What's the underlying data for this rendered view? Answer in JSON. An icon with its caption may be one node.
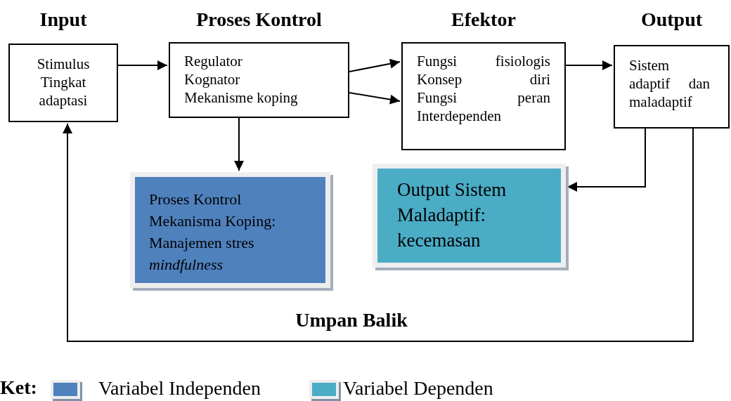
{
  "diagram": {
    "nodes": [
      {
        "text": [
          "Input",
          "Stimulus Tingkat adaptasi"
        ]
      },
      {
        "text": [
          "Proses Kontrol",
          "Regulator",
          "Kognator",
          "Mekanisme koping"
        ]
      },
      {
        "text": [
          "Efektor",
          "Fungsi fisiologis",
          "Konsep diri",
          "Fungsi peran",
          "Interdependen"
        ]
      },
      {
        "text": [
          "Output",
          "Sistem adaptif dan maladaptif"
        ]
      },
      {
        "text": [
          "Proses Kontrol Mekanisma Koping: Manajemen stres *mindfulness*"
        ]
      },
      {
        "text": [
          "Output Sistem Maladaptif: kecemasan"
        ]
      }
    ],
    "edges": [
      {
        "from": 0,
        "to": 1,
        "arrow": "to"
      },
      {
        "from": 1,
        "to": 2,
        "arrow": "to"
      },
      {
        "from": 1,
        "to": 2,
        "arrow": "to"
      },
      {
        "from": 2,
        "to": 3,
        "arrow": "to"
      },
      {
        "from": 1,
        "to": 4,
        "arrow": "to"
      },
      {
        "from": 3,
        "to": 5,
        "arrow": "to"
      },
      {
        "from": 3,
        "to": 0,
        "arrow": "to",
        "label": "Umpan Balik"
      }
    ],
    "labels": [
      "Ket:"
    ],
    "legend": [
      {
        "text": "Variabel Independen",
        "color": "#4f81bd"
      },
      {
        "text": "Variabel Dependen",
        "color": "#4bacc6"
      }
    ]
  }
}
